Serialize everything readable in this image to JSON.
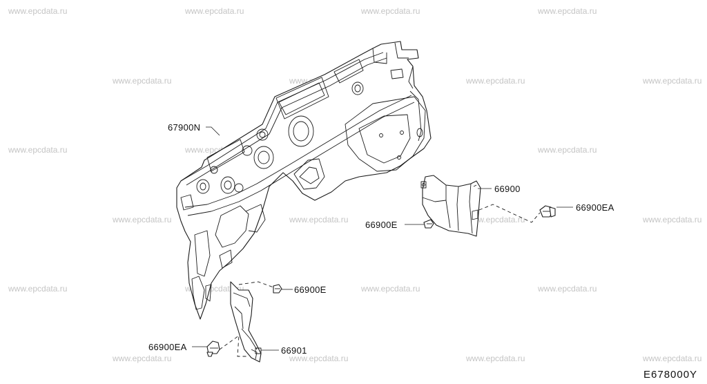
{
  "watermark": "www.epcdata.ru",
  "diagram_code": "E678000Y",
  "callouts": {
    "dash_insulator": "67900N",
    "side_insulator_rh": "66900",
    "clip_rh_upper": "66900EA",
    "clip_rh_lower": "66900E",
    "clip_lh_upper": "66900E",
    "clip_lh_lower": "66900EA",
    "side_insulator_lh": "66901"
  },
  "colors": {
    "line": "#1a1a1a",
    "watermark": "#c4c4c4",
    "background": "#ffffff"
  }
}
